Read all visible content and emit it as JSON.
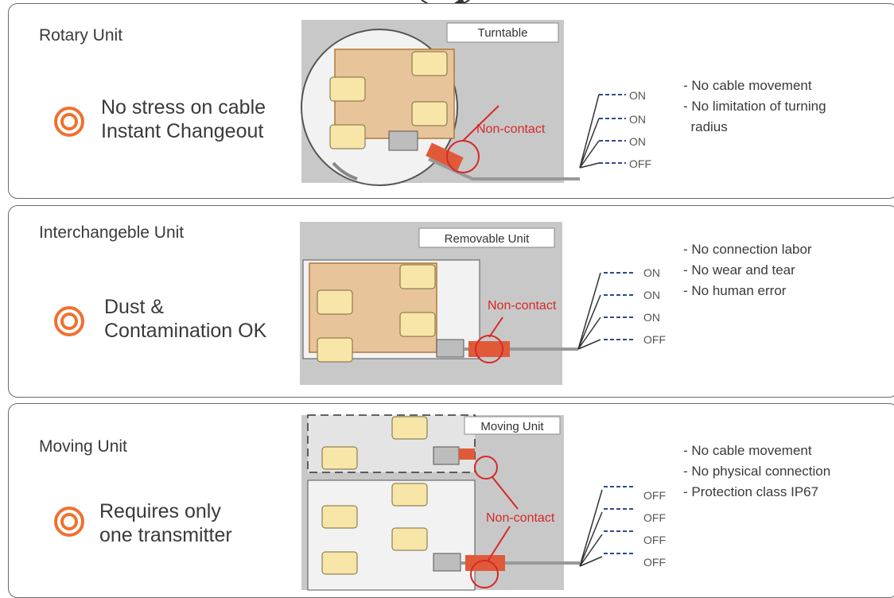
{
  "sections": [
    {
      "title": "Rotary Unit",
      "benefit": [
        "No stress on cable",
        "Instant Changeout"
      ],
      "unit_label": "Turntable",
      "noncontact_label": "Non-contact",
      "signals": [
        "ON",
        "ON",
        "ON",
        "OFF"
      ],
      "bullets": [
        "No cable movement",
        "No limitation of turning",
        "radius"
      ]
    },
    {
      "title": "Interchangeble Unit",
      "benefit": [
        "Dust &",
        "Contamination OK"
      ],
      "unit_label": "Removable Unit",
      "noncontact_label": "Non-contact",
      "signals": [
        "ON",
        "ON",
        "ON",
        "OFF"
      ],
      "bullets": [
        "No connection labor",
        "No wear and tear",
        "No human error"
      ]
    },
    {
      "title": "Moving Unit",
      "benefit": [
        "Requires only",
        "one transmitter"
      ],
      "unit_label": "Moving Unit",
      "noncontact_label": "Non-contact",
      "signals": [
        "OFF",
        "OFF",
        "OFF",
        "OFF"
      ],
      "bullets": [
        "No cable movement",
        "No physical connection",
        "Protection class IP67"
      ]
    }
  ],
  "colors": {
    "accent_orange": "#f07030",
    "noncontact_red": "#d62828",
    "unit_tan": "#e8c49a",
    "panel_gray": "#c8c8c8",
    "arrow_blue": "#2e4a8a"
  }
}
